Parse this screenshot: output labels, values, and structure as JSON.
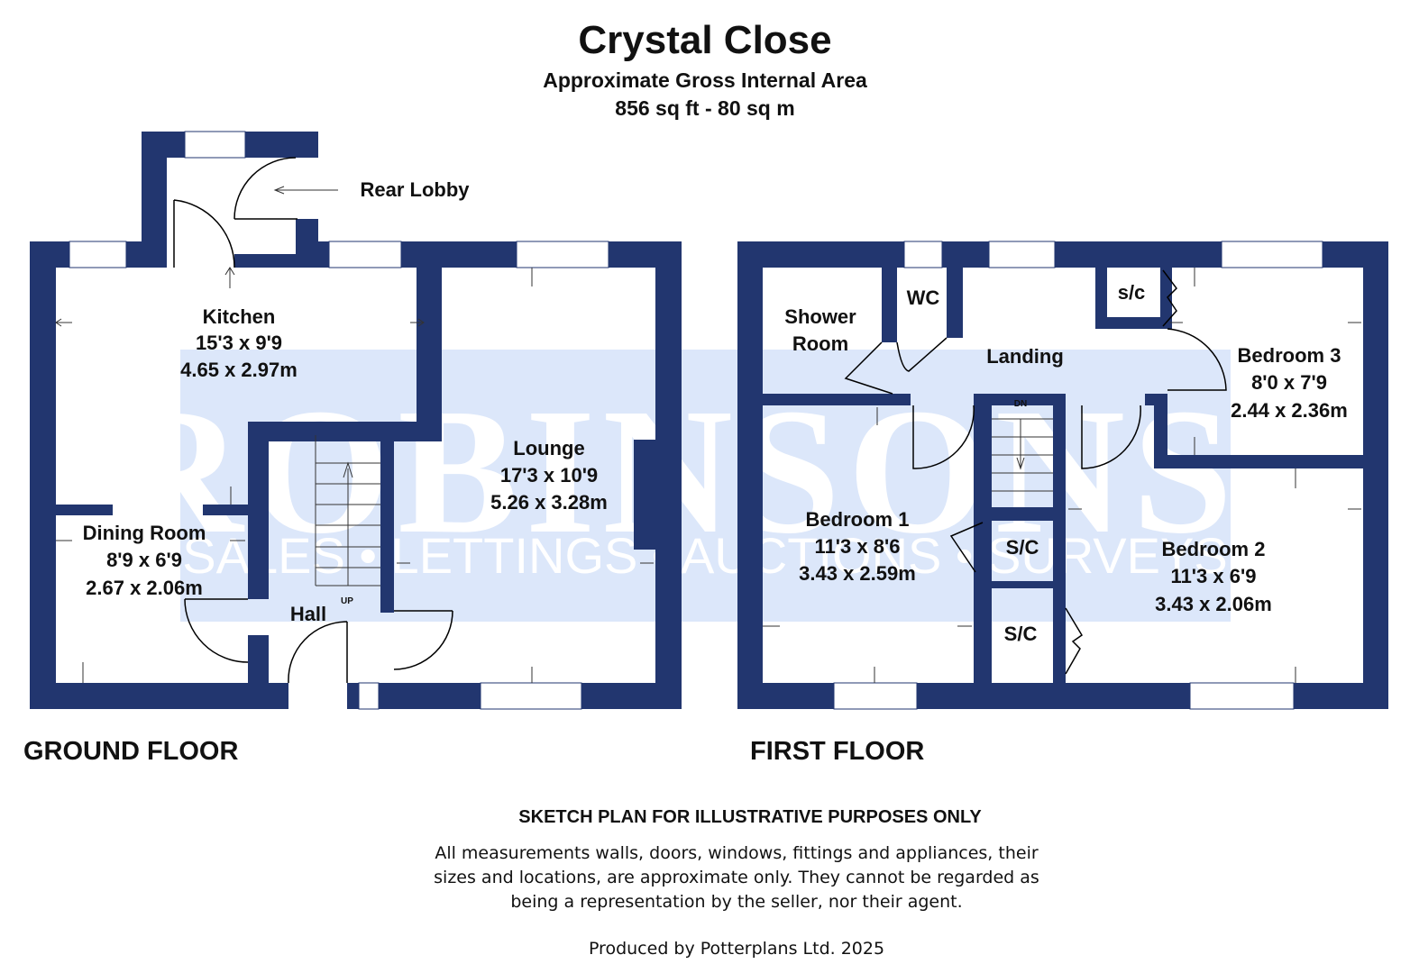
{
  "header": {
    "title": "Crystal Close",
    "subtitle": "Approximate Gross Internal Area",
    "area": "856 sq ft - 80 sq m"
  },
  "colors": {
    "walls": "#22366f",
    "watermark_bg": "#dce7fa"
  },
  "watermark": {
    "brand": "ROBINSONS'",
    "tagline": "SALES • LETTINGS • AUCTIONS • SURVEYS"
  },
  "ground_floor": {
    "label": "GROUND FLOOR",
    "rooms": {
      "rear_lobby": {
        "name": "Rear Lobby"
      },
      "kitchen": {
        "name": "Kitchen",
        "imperial": "15'3 x 9'9",
        "metric": "4.65 x 2.97m"
      },
      "lounge": {
        "name": "Lounge",
        "imperial": "17'3 x 10'9",
        "metric": "5.26 x 3.28m"
      },
      "dining": {
        "name": "Dining Room",
        "imperial": "8'9 x 6'9",
        "metric": "2.67 x 2.06m"
      },
      "hall": {
        "name": "Hall"
      }
    },
    "stairs_label": "UP"
  },
  "first_floor": {
    "label": "FIRST FLOOR",
    "rooms": {
      "shower": {
        "name_line1": "Shower",
        "name_line2": "Room"
      },
      "wc": {
        "name": "WC"
      },
      "landing": {
        "name": "Landing"
      },
      "sc_top": {
        "name": "s/c"
      },
      "bedroom3": {
        "name": "Bedroom 3",
        "imperial": "8'0 x 7'9",
        "metric": "2.44 x 2.36m"
      },
      "bedroom1": {
        "name": "Bedroom 1",
        "imperial": "11'3 x 8'6",
        "metric": "3.43 x 2.59m"
      },
      "sc_mid": {
        "name": "S/C"
      },
      "sc_low": {
        "name": "S/C"
      },
      "bedroom2": {
        "name": "Bedroom 2",
        "imperial": "11'3 x 6'9",
        "metric": "3.43 x 2.06m"
      }
    },
    "stairs_label": "DN"
  },
  "footer": {
    "heading": "SKETCH PLAN FOR ILLUSTRATIVE PURPOSES ONLY",
    "lines": [
      "All measurements walls, doors, windows, fittings and appliances, their",
      "sizes and locations, are approximate only. They cannot be regarded as",
      "being a representation by the seller, nor their agent."
    ],
    "credit": "Produced by Potterplans Ltd. 2025"
  }
}
